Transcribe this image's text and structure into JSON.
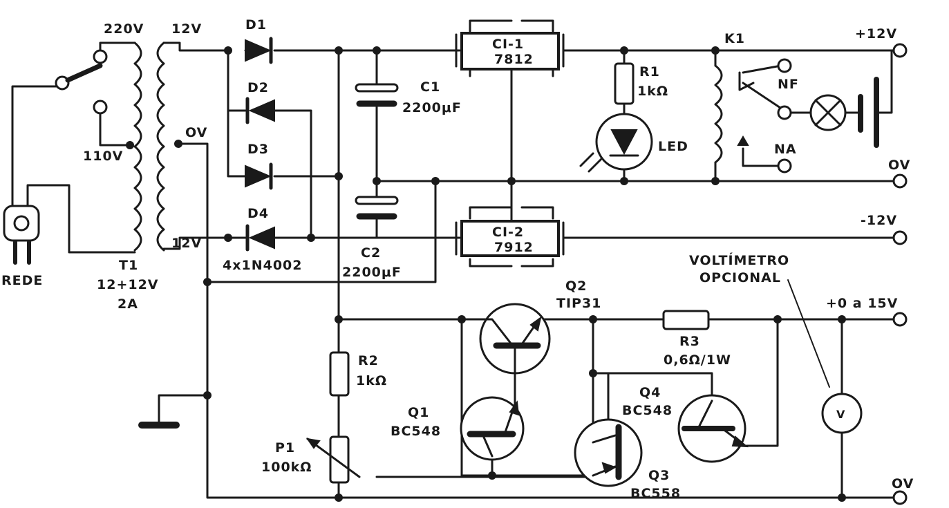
{
  "labels": {
    "sw_220": "220V",
    "sw_110": "110V",
    "sec_12_top": "12V",
    "sec_0v": "OV",
    "sec_12_bot": "12V",
    "rede": "REDE",
    "t1_name": "T1",
    "t1_spec": "12+12V",
    "t1_amp": "2A",
    "d1": "D1",
    "d2": "D2",
    "d3": "D3",
    "d4": "D4",
    "diodes": "4x1N4002",
    "c1": "C1",
    "c1_val": "2200μF",
    "c2": "C2",
    "c2_val": "2200μF",
    "ci1": "CI-1",
    "ci1_part": "7812",
    "ci2": "CI-2",
    "ci2_part": "7912",
    "r1": "R1",
    "r1_val": "1kΩ",
    "led": "LED",
    "k1": "K1",
    "nf": "NF",
    "na": "NA",
    "out_p12": "+12V",
    "out_0v_top": "OV",
    "out_m12": "-12V",
    "out_var": "+0 a 15V",
    "out_0v_bot": "OV",
    "voltimetro": "VOLTÍMETRO",
    "opcional": "OPCIONAL",
    "q2": "Q2",
    "q2_part": "TIP31",
    "r2": "R2",
    "r2_val": "1kΩ",
    "p1": "P1",
    "p1_val": "100kΩ",
    "q1": "Q1",
    "q1_part": "BC548",
    "r3": "R3",
    "r3_val": "0,6Ω/1W",
    "q4": "Q4",
    "q4_part": "BC548",
    "q3": "Q3",
    "q3_part": "BC558",
    "meter": "V"
  }
}
